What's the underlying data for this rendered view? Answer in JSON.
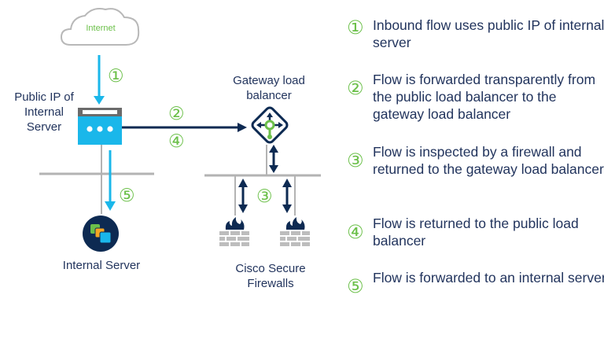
{
  "diagram": {
    "internet_label": "Internet",
    "public_ip_label": "Public IP of Internal Server",
    "public_ip_lines": [
      "Public IP of",
      "Internal",
      "Server"
    ],
    "gateway_label_lines": [
      "Gateway load",
      "balancer"
    ],
    "internal_server_label": "Internal Server",
    "firewalls_label_lines": [
      "Cisco Secure",
      "Firewalls"
    ],
    "markers": {
      "m1": "①",
      "m2": "②",
      "m3": "③",
      "m4": "④",
      "m5": "⑤"
    }
  },
  "steps": [
    {
      "num": "①",
      "text": "Inbound flow uses public IP of internal server"
    },
    {
      "num": "②",
      "text": "Flow is forwarded transparently from the public load balancer to the gateway load balancer"
    },
    {
      "num": "③",
      "text": "Flow is inspected by a firewall and returned to the gateway load balancer"
    },
    {
      "num": "④",
      "text": "Flow is returned to the public load balancer"
    },
    {
      "num": "⑤",
      "text": "Flow is forwarded to an internal server"
    }
  ],
  "colors": {
    "accent_green": "#6cc04a",
    "flow_blue": "#1ab7ea",
    "navy": "#0d2a52",
    "grey": "#b3b3b3"
  }
}
